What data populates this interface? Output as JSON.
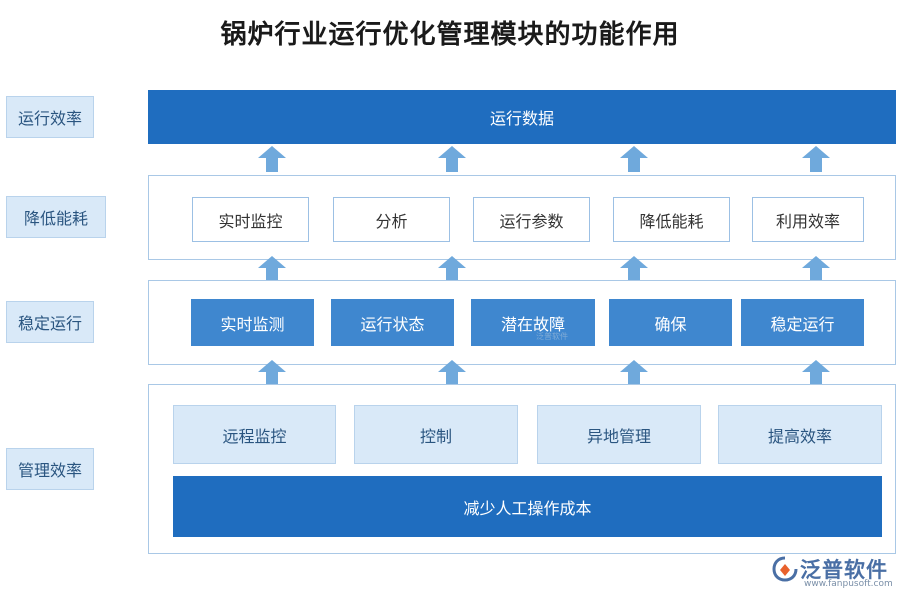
{
  "title": "锅炉行业运行优化管理模块的功能作用",
  "side_labels": [
    "运行效率",
    "降低能耗",
    "稳定运行",
    "管理效率"
  ],
  "row1": {
    "label": "运行数据"
  },
  "row2": {
    "items": [
      "实时监控",
      "分析",
      "运行参数",
      "降低能耗",
      "利用效率"
    ]
  },
  "row3": {
    "items": [
      "实时监测",
      "运行状态",
      "潜在故障",
      "确保",
      "稳定运行"
    ]
  },
  "row4": {
    "items": [
      "远程监控",
      "控制",
      "异地管理",
      "提高效率"
    ],
    "bottom": "减少人工操作成本"
  },
  "logo": {
    "name": "泛普软件",
    "url": "www.fanpusoft.com"
  },
  "watermark": "泛普软件",
  "colors": {
    "dark_blue": "#1f6dbf",
    "mid_blue": "#3f87cf",
    "light_blue": "#d9e9f8",
    "arrow_blue": "#6fa9dc"
  }
}
